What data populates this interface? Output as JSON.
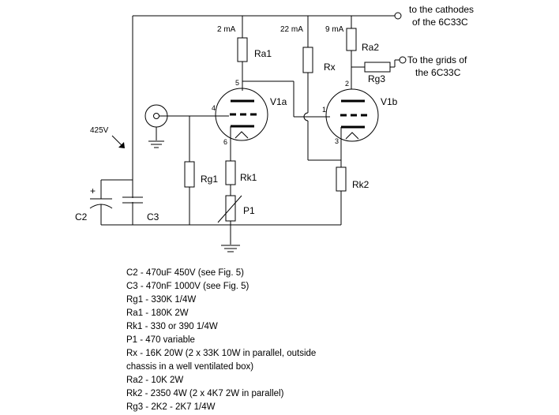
{
  "outputs": {
    "cathodes_line1": "to the cathodes",
    "cathodes_line2": "of the 6C33C",
    "grids_line1": "To the grids of",
    "grids_line2": "the 6C33C"
  },
  "currents": {
    "ra1": "2 mA",
    "rx": "22 mA",
    "ra2": "9 mA"
  },
  "supply": {
    "voltage": "425V"
  },
  "components": {
    "ra1": "Ra1",
    "rx": "Rx",
    "ra2": "Ra2",
    "rg3": "Rg3",
    "rg1": "Rg1",
    "rk1": "Rk1",
    "p1": "P1",
    "rk2": "Rk2",
    "c2": "C2",
    "c3": "C3",
    "c2_polarity": "+"
  },
  "tubes": {
    "v1a": {
      "label": "V1a",
      "pin_plate": "5",
      "pin_grid": "4",
      "pin_cathode": "6"
    },
    "v1b": {
      "label": "V1b",
      "pin_plate": "2",
      "pin_grid": "1",
      "pin_cathode": "3"
    }
  },
  "legend": [
    "C2 - 470uF 450V (see Fig. 5)",
    "C3 - 470nF 1000V (see Fig. 5)",
    "Rg1 - 330K 1/4W",
    "Ra1 - 180K 2W",
    "Rk1 - 330 or 390 1/4W",
    "P1 - 470 variable",
    "Rx - 16K 20W (2 x 33K 10W in parallel, outside",
    "chassis in a well ventilated box)",
    "Ra2 - 10K 2W",
    "Rk2 - 2350 4W (2 x 4K7 2W in parallel)",
    "Rg3 - 2K2 - 2K7 1/4W"
  ]
}
